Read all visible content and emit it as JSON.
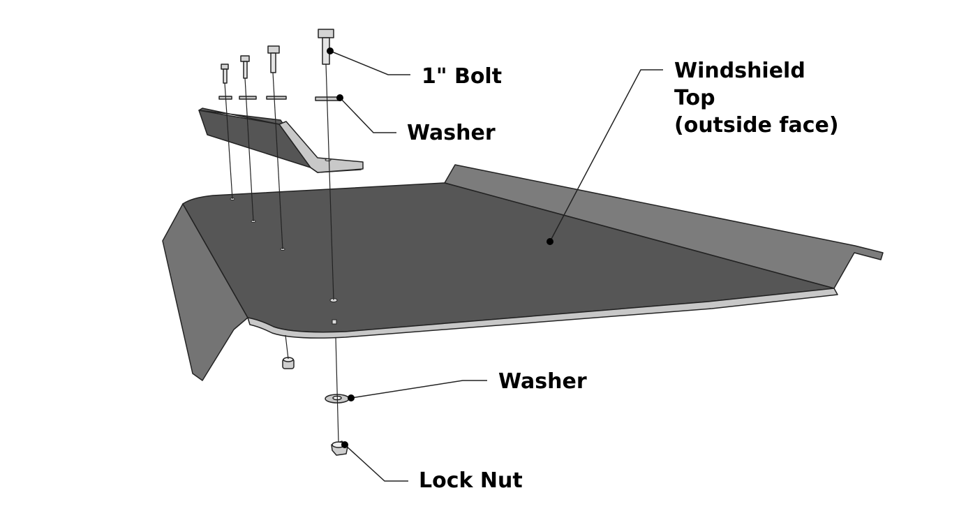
{
  "labels": {
    "bolt": "1\" Bolt",
    "washer_top": "Washer",
    "windshield_line1": "Windshield",
    "windshield_line2": "Top",
    "windshield_line3": "(outside face)",
    "washer_bottom": "Washer",
    "lock_nut": "Lock Nut"
  },
  "colors": {
    "panel_face": "#565656",
    "panel_side": "#7a7a7a",
    "panel_edge": "#bdbdbd",
    "hardware": "#d4d4d4",
    "outline": "#222222"
  }
}
